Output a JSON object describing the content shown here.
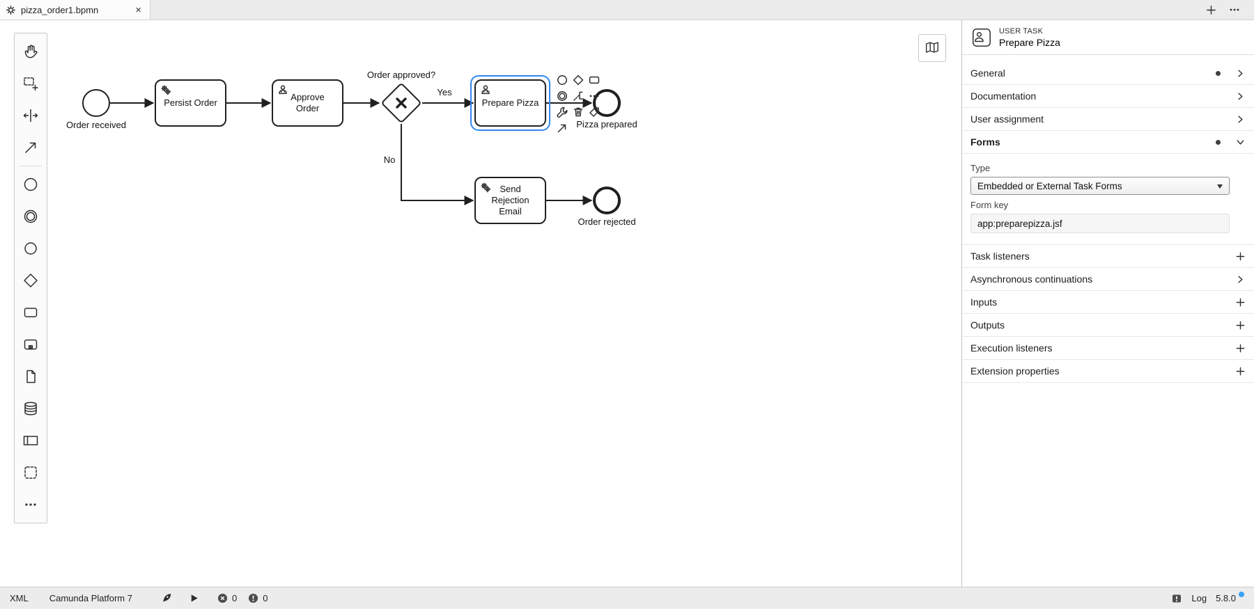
{
  "tab_bar": {
    "tab_title": "pizza_order1.bpmn",
    "close_glyph": "×",
    "icons": [
      "bpmn-file-icon",
      "new-tab-icon",
      "tab-menu-icon"
    ]
  },
  "palette": {
    "tools": [
      "hand-tool",
      "lasso-tool",
      "space-tool",
      "global-connect-tool"
    ],
    "elements": [
      "start-event",
      "intermediate-event",
      "end-event",
      "gateway",
      "task",
      "subprocess",
      "data-object",
      "data-store",
      "participant",
      "group",
      "more-options"
    ]
  },
  "canvas": {
    "nodes": {
      "start_event": {
        "label": "Order received"
      },
      "persist_order": {
        "label": "Persist Order",
        "marker": "service-task-gear-icon"
      },
      "approve_order": {
        "label": "Approve Order",
        "marker": "user-task-icon"
      },
      "gateway": {
        "label": "Order approved?"
      },
      "prepare_pizza": {
        "label": "Prepare Pizza",
        "marker": "user-task-icon",
        "selected": true
      },
      "end_pizza_prepared": {
        "label": "Pizza prepared"
      },
      "send_rejection_email": {
        "label": "Send Rejection Email",
        "marker": "service-task-gear-icon"
      },
      "end_order_rejected": {
        "label": "Order rejected"
      }
    },
    "flow_labels": {
      "yes": "Yes",
      "no": "No"
    },
    "context_pad_icons": [
      "append-end-event-icon",
      "append-gateway-icon",
      "append-task-icon",
      "append-intermediate-event-icon",
      "append-text-annotation-icon",
      "more-options-icon",
      "change-type-icon",
      "delete-icon",
      "set-color-icon",
      "connect-icon"
    ],
    "minimap_icon": "map-icon",
    "selection_color": "#3087f0"
  },
  "properties_panel": {
    "header": {
      "element_type": "USER TASK",
      "element_name": "Prepare Pizza"
    },
    "groups": [
      {
        "label": "General"
      },
      {
        "label": "Documentation"
      },
      {
        "label": "User assignment"
      },
      {
        "label": "Forms"
      },
      {
        "label": "Task listeners"
      },
      {
        "label": "Asynchronous continuations"
      },
      {
        "label": "Inputs"
      },
      {
        "label": "Outputs"
      },
      {
        "label": "Execution listeners"
      },
      {
        "label": "Extension properties"
      }
    ],
    "forms": {
      "type_label": "Type",
      "type_value": "Embedded or External Task Forms",
      "form_key_label": "Form key",
      "form_key_value": "app:preparepizza.jsf"
    }
  },
  "status_bar": {
    "xml_label": "XML",
    "engine_label": "Camunda Platform 7",
    "error_count": "0",
    "warning_count": "0",
    "log_label": "Log",
    "version": "5.8.0",
    "update_dot_color": "#3aa2f4"
  }
}
